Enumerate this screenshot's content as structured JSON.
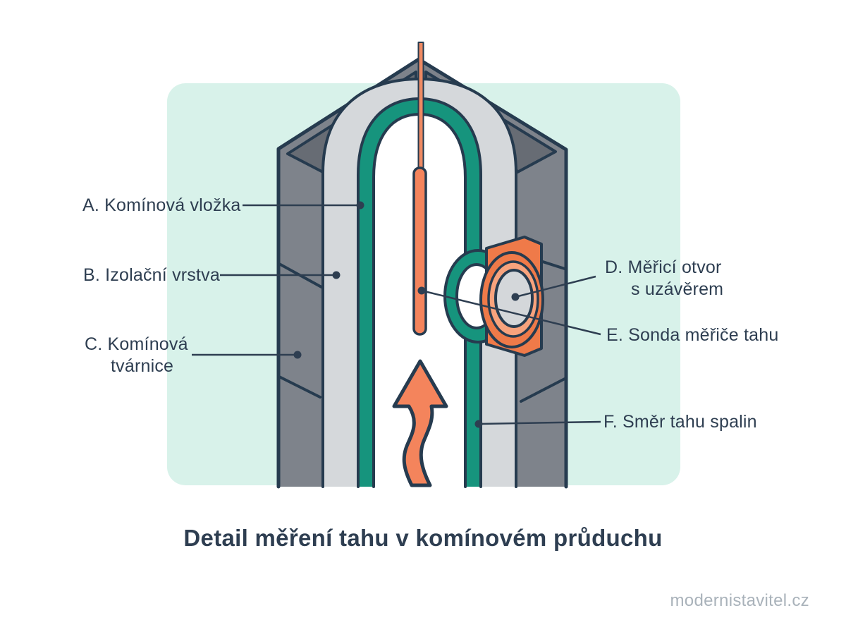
{
  "figure": {
    "title": "Detail měření tahu v komínovém průduchu",
    "watermark": "modernistavitel.cz"
  },
  "labels": {
    "a": {
      "line1": "A. Komínová vložka"
    },
    "b": {
      "line1": "B. Izolační vrstva"
    },
    "c": {
      "line1": "C. Komínová",
      "line2": "tvárnice"
    },
    "d": {
      "line1": "D. Měřicí otvor",
      "line2": "s uzávěrem"
    },
    "e": {
      "line1": "E. Sonda měřiče tahu"
    },
    "f": {
      "line1": "F. Směr tahu spalin"
    }
  },
  "colors": {
    "panel_mint": "#d8f2ea",
    "liner_teal": "#16947d",
    "insulation_gray": "#d5d8db",
    "block_gray": "#7e838b",
    "block_gray_dark": "#676c74",
    "outline_navy": "#263b4f",
    "arrow_orange": "#f4845c",
    "ring_orange": "#ef7a49",
    "ring_orange_light": "#f8a37d",
    "probe_wire_orange": "#ef8a63",
    "cap_gray": "#d4d7da",
    "label_text": "#2e3e51",
    "watermark_gray": "#a9b2ba"
  }
}
